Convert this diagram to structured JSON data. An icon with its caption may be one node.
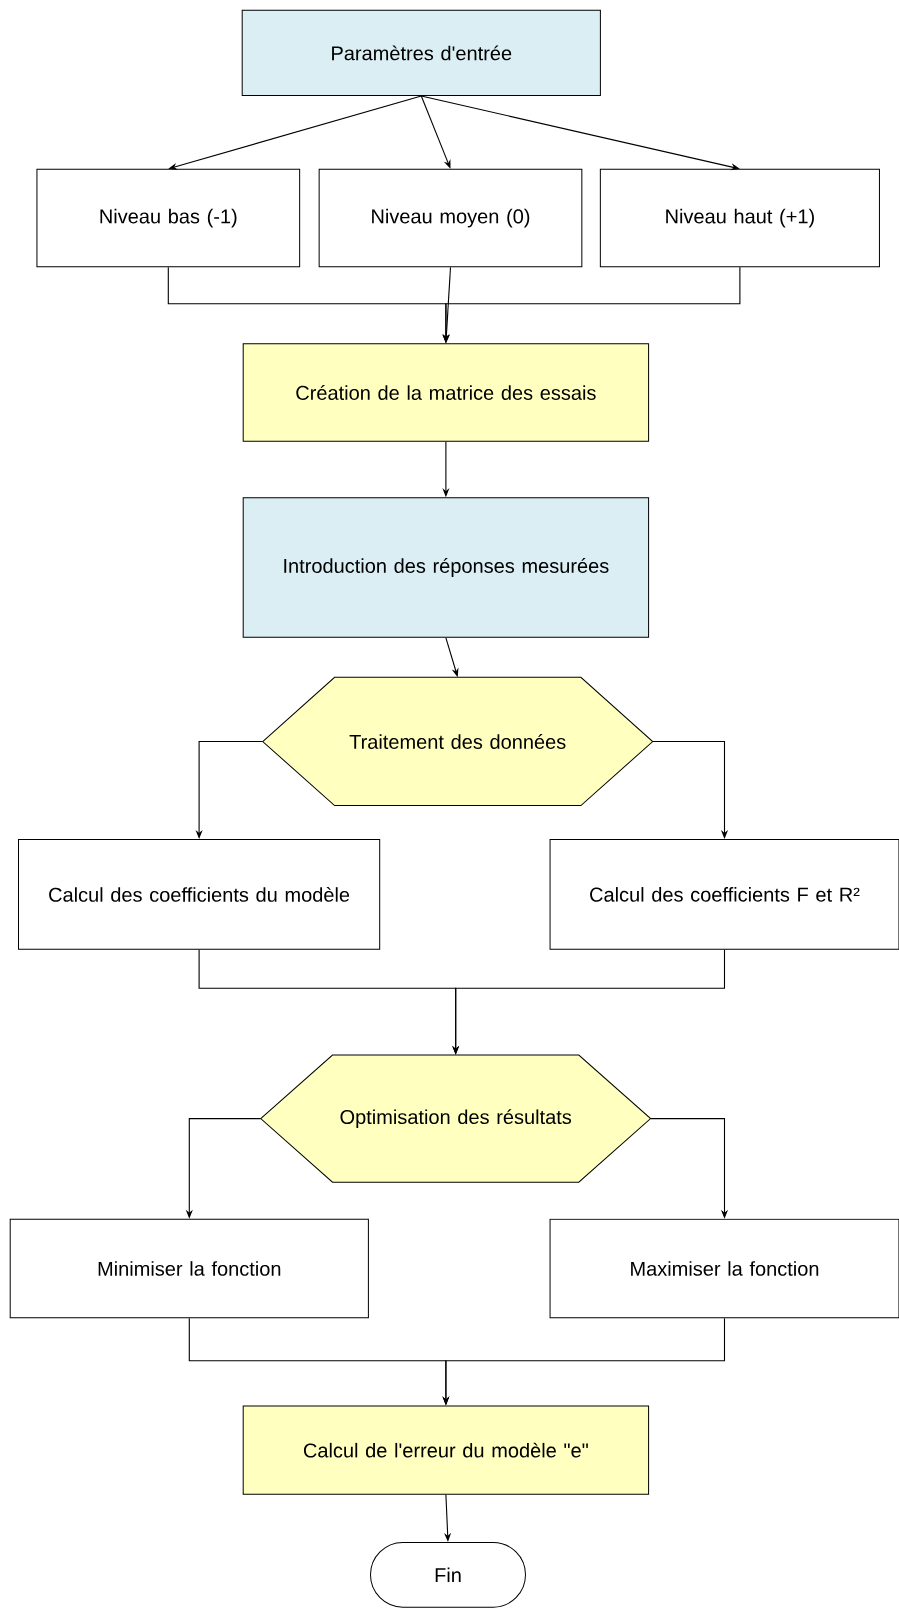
{
  "diagram": {
    "nodes": [
      {
        "text": [
          "Paramètres d'entrée"
        ]
      },
      {
        "text": [
          "Niveau bas (-1)"
        ]
      },
      {
        "text": [
          "Niveau moyen (0)"
        ]
      },
      {
        "text": [
          "Niveau haut (+1)"
        ]
      },
      {
        "text": [
          "Création de la matrice des essais"
        ]
      },
      {
        "text": [
          "Introduction des réponses mesurées"
        ]
      },
      {
        "text": [
          "Traitement des données"
        ]
      },
      {
        "text": [
          "Calcul des coefficients du modèle"
        ]
      },
      {
        "text": [
          "Calcul des coefficients F et R²"
        ]
      },
      {
        "text": [
          "Optimisation des résultats"
        ]
      },
      {
        "text": [
          "Minimiser la fonction"
        ]
      },
      {
        "text": [
          "Maximiser la fonction"
        ]
      },
      {
        "text": [
          "Calcul de l'erreur du modèle \"e\""
        ]
      },
      {
        "text": [
          "Fin"
        ]
      }
    ],
    "edges": [
      {
        "from": 0,
        "to": 1,
        "arrow": "to"
      },
      {
        "from": 0,
        "to": 2,
        "arrow": "to"
      },
      {
        "from": 0,
        "to": 3,
        "arrow": "to"
      },
      {
        "from": 1,
        "to": 4,
        "arrow": "to"
      },
      {
        "from": 2,
        "to": 4,
        "arrow": "to"
      },
      {
        "from": 3,
        "to": 4,
        "arrow": "to"
      },
      {
        "from": 4,
        "to": 5,
        "arrow": "to"
      },
      {
        "from": 5,
        "to": 6,
        "arrow": "to"
      },
      {
        "from": 6,
        "to": 7,
        "arrow": "to"
      },
      {
        "from": 6,
        "to": 8,
        "arrow": "to"
      },
      {
        "from": 7,
        "to": 9,
        "arrow": "to"
      },
      {
        "from": 8,
        "to": 9,
        "arrow": "to"
      },
      {
        "from": 9,
        "to": 10,
        "arrow": "to"
      },
      {
        "from": 9,
        "to": 11,
        "arrow": "to"
      },
      {
        "from": 10,
        "to": 12,
        "arrow": "to"
      },
      {
        "from": 11,
        "to": 12,
        "arrow": "to"
      },
      {
        "from": 12,
        "to": 13,
        "arrow": "to"
      }
    ]
  }
}
